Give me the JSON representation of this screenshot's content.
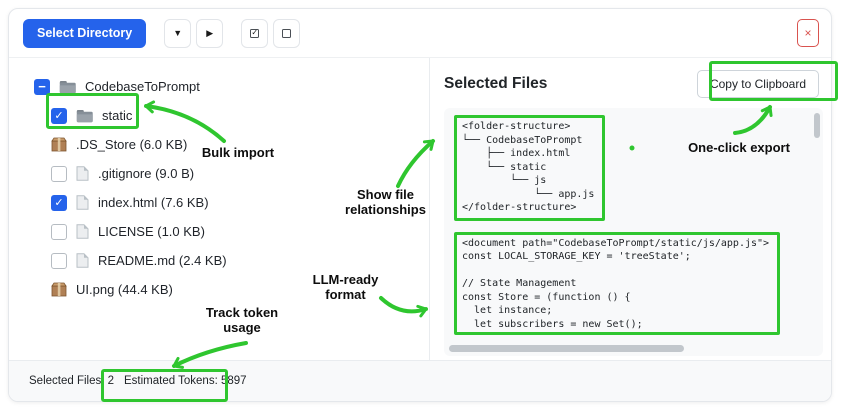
{
  "colors": {
    "annotation_green": "#2fc62f",
    "primary_blue": "#2563eb",
    "danger_red": "#d9534f"
  },
  "toolbar": {
    "select_directory_label": "Select Directory",
    "collapse_icon": "▼",
    "expand_icon": "▶",
    "close_icon": "×"
  },
  "tree": {
    "root": {
      "name": "CodebaseToPrompt",
      "checkbox": "indeterminate",
      "icon": "folder"
    },
    "items": [
      {
        "name": "static",
        "checkbox": "checked",
        "icon": "folder"
      },
      {
        "name": ".DS_Store (6.0 KB)",
        "checkbox": "none",
        "icon": "package"
      },
      {
        "name": ".gitignore (9.0 B)",
        "checkbox": "unchecked",
        "icon": "file"
      },
      {
        "name": "index.html (7.6 KB)",
        "checkbox": "checked",
        "icon": "file"
      },
      {
        "name": "LICENSE (1.0 KB)",
        "checkbox": "unchecked",
        "icon": "file"
      },
      {
        "name": "README.md (2.4 KB)",
        "checkbox": "unchecked",
        "icon": "file"
      },
      {
        "name": "UI.png (44.4 KB)",
        "checkbox": "none",
        "icon": "package"
      }
    ]
  },
  "preview": {
    "title": "Selected Files",
    "copy_button_label": "Copy to Clipboard",
    "folder_structure": "<folder-structure>\n└── CodebaseToPrompt\n    ├── index.html\n    └── static\n        └── js\n            └── app.js\n</folder-structure>",
    "document_block": "<document path=\"CodebaseToPrompt/static/js/app.js\">\nconst LOCAL_STORAGE_KEY = 'treeState';\n\n// State Management\nconst Store = (function () {\n  let instance;\n  let subscribers = new Set();"
  },
  "statusbar": {
    "selected_files": "Selected Files: 2",
    "estimated_tokens": "Estimated Tokens: 5897"
  },
  "annotations": {
    "bulk_import": "Bulk import",
    "show_file_relationships": "Show file relationships",
    "one_click_export": "One-click export",
    "llm_ready_format": "LLM-ready format",
    "track_token_usage": "Track token usage"
  }
}
